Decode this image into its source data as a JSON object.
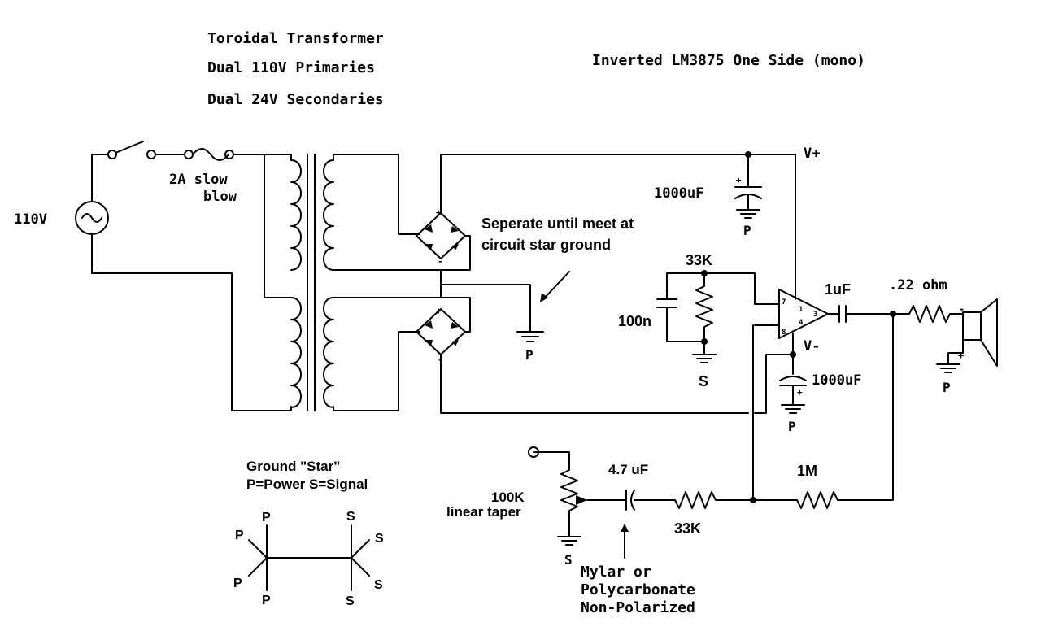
{
  "title_lines": [
    "Toroidal Transformer",
    "Dual 110V Primaries",
    "Dual 24V Secondaries"
  ],
  "subtitle": "Inverted LM3875 One Side (mono)",
  "labels": {
    "mains": "110V",
    "fuse_line1": "2A slow",
    "fuse_line2": "blow",
    "vplus": "V+",
    "vminus": "V-",
    "cap_pos": "1000uF",
    "cap_neg": "1000uF",
    "ground_p": "P",
    "ground_s": "S",
    "rf_top": "33K",
    "cf": "100n",
    "cout": "1uF",
    "rzobel": ".22 ohm",
    "rin": "33K",
    "rfb": "1M",
    "cin": "4.7 uF",
    "pot_line1": "100K",
    "pot_line2": "linear taper",
    "cap_note_line1": "Mylar or",
    "cap_note_line2": "Polycarbonate",
    "cap_note_line3": "Non-Polarized",
    "star_note_line1": "Seperate until meet at",
    "star_note_line2": "circuit star ground",
    "plus": "+",
    "minus": "-",
    "pin7": "7",
    "pin1": "1",
    "pin3": "3",
    "pin4": "4",
    "pin8": "8"
  },
  "legend": {
    "line1": "Ground \"Star\"",
    "line2": "P=Power S=Signal",
    "left_labels": [
      "P",
      "P",
      "P",
      "P"
    ],
    "right_labels": [
      "S",
      "S",
      "S",
      "S"
    ]
  }
}
